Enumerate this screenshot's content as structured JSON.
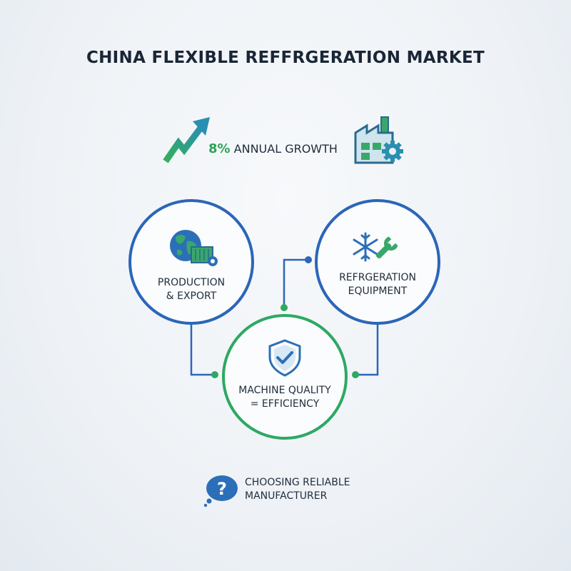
{
  "title": "CHINA FLEXIBLE REFFRGERATION MARKET",
  "growth": {
    "percent": "8%",
    "label": "ANNUAL GROWTH",
    "trend_icon": "trend-up-arrow-icon",
    "factory_icon": "factory-gear-icon"
  },
  "nodes": {
    "left": {
      "line1": "PRODUCTION",
      "line2": "& EXPORT",
      "icon": "globe-container-icon"
    },
    "right": {
      "line1": "REFRGERATION",
      "line2": "EQUIPMENT",
      "icon": "snowflake-wrench-icon"
    },
    "center": {
      "line1": "MACHINE QUALITY",
      "line2": "= EFFICIENCY",
      "icon": "shield-check-icon"
    }
  },
  "cta": {
    "line1": "CHOOSING RELIABLE",
    "line2": "MANUFACTURER",
    "icon": "question-bubble-icon"
  },
  "colors": {
    "blue": "#2b66b8",
    "green": "#2ea864",
    "text": "#1f2d3d"
  }
}
